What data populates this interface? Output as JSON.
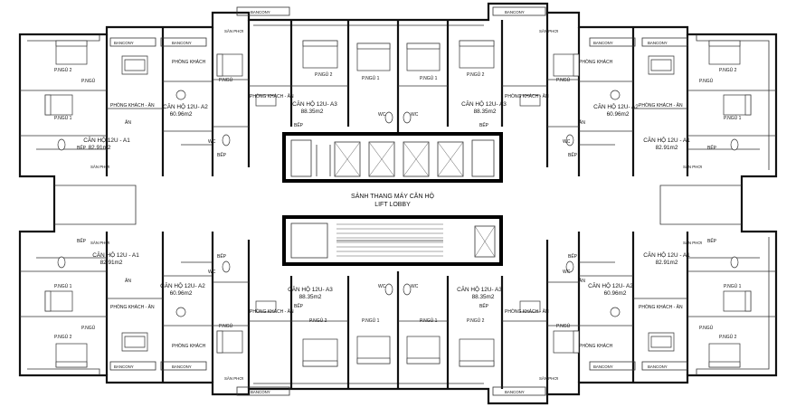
{
  "lobby": {
    "line1": "SẢNH THANG MÁY CĂN HỘ",
    "line2": "LIFT LOBBY"
  },
  "units": {
    "a1": {
      "name": "CĂN HỘ 12U - A1",
      "area": "82.91m2"
    },
    "a2": {
      "name": "CĂN HỘ 12U- A2",
      "area": "60.96m2"
    },
    "a3": {
      "name": "CĂN HỘ 12U- A3",
      "area": "88.35m2"
    }
  },
  "rooms": {
    "bedroom1": "P.NGỦ 1",
    "bedroom2": "P.NGỦ 2",
    "bedroom": "P.NGỦ",
    "living": "PHÒNG KHÁCH - ĂN",
    "living_short": "PHÒNG KHÁCH",
    "kitchen": "BẾP",
    "dining": "ĂN",
    "wc": "WC",
    "drying": "SÂN PHƠI",
    "balcony": "BANCONY"
  }
}
